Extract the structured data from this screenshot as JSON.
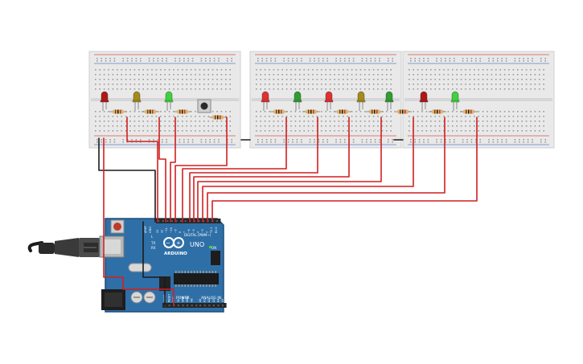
{
  "colors": {
    "breadboard": "#e9e9e9",
    "breadboard_edge": "#cfcfcf",
    "rail_red": "#d9534f",
    "rail_blue": "#5b7fcf",
    "hole": "#9a9a9a",
    "wire_red": "#d21f1f",
    "wire_black": "#1c1c1c",
    "arduino": "#2e6ea6",
    "arduino_edge": "#1d4f7a",
    "header": "#262626",
    "resistor_body": "#e0b46a"
  },
  "breadboards": [
    {
      "name": "breadboard-1",
      "leds": [
        {
          "name": "led-1",
          "color": "#b01818"
        },
        {
          "name": "led-2",
          "color": "#a58a1a"
        },
        {
          "name": "led-3",
          "color": "#3ed23e"
        }
      ],
      "has_button": true
    },
    {
      "name": "breadboard-2",
      "leds": [
        {
          "name": "led-4",
          "color": "#e03030"
        },
        {
          "name": "led-5",
          "color": "#2f9d2f"
        },
        {
          "name": "led-6",
          "color": "#e03030"
        },
        {
          "name": "led-7",
          "color": "#a58a1a"
        },
        {
          "name": "led-8",
          "color": "#2f9d2f"
        }
      ],
      "has_button": false
    },
    {
      "name": "breadboard-3",
      "leds": [
        {
          "name": "led-9",
          "color": "#b01818"
        },
        {
          "name": "led-10",
          "color": "#3ed23e"
        }
      ],
      "has_button": false
    }
  ],
  "arduino": {
    "brand_label": "ARDUINO",
    "model_label": "UNO",
    "digital_label": "DIGITAL (PWM~)",
    "analog_label": "ANALOG IN",
    "power_label": "POWER",
    "on_label": "ON",
    "tx_label": "TX",
    "rx_label": "RX",
    "l_label": "L",
    "aref_label": "AREF",
    "gnd_label": "GND",
    "digital_pins": [
      "13",
      "12",
      "~11",
      "~10",
      "~9",
      "8",
      "7",
      "~6",
      "~5",
      "4",
      "~3",
      "2",
      "TX 1",
      "RX 0"
    ],
    "power_pins": [
      "IOREF",
      "RESET",
      "3.3V",
      "5V",
      "GND",
      "GND",
      "Vin"
    ],
    "analog_pins": [
      "A0",
      "A1",
      "A2",
      "A3",
      "A4",
      "A5"
    ]
  }
}
